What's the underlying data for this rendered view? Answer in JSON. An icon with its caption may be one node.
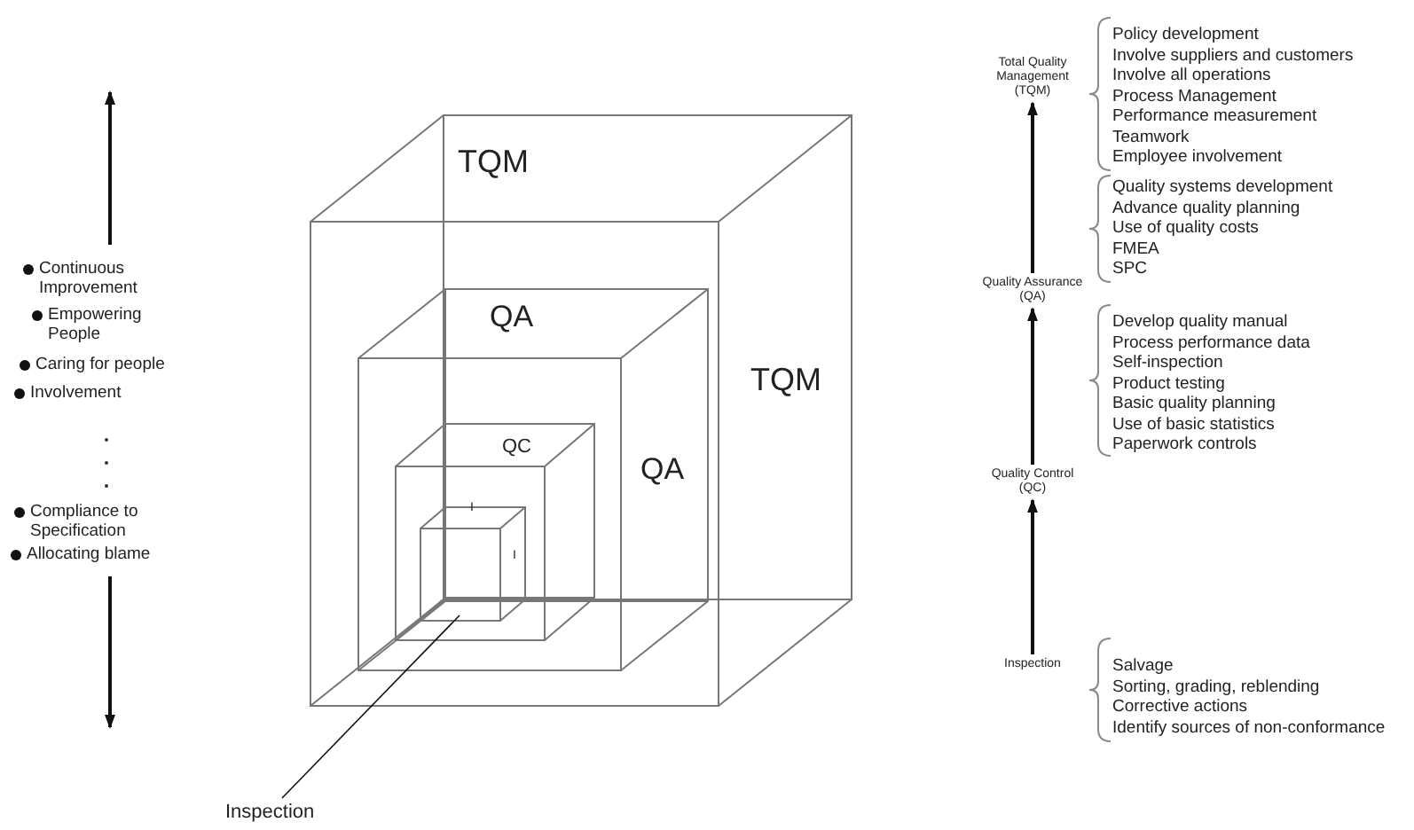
{
  "diagram": {
    "nodes": [
      {
        "text": [
          "TQM",
          "TQM"
        ]
      },
      {
        "text": [
          "QA",
          "QA"
        ],
        "in": 0
      },
      {
        "text": [
          "QC"
        ],
        "in": 1
      },
      {
        "text": [
          "I",
          "I"
        ],
        "in": 2
      },
      {
        "text": [
          "Inspection"
        ]
      },
      {
        "text": [
          "Inspection"
        ]
      },
      {
        "text": [
          "Quality Control (QC)"
        ]
      },
      {
        "text": [
          "Quality Assurance (QA)"
        ]
      },
      {
        "text": [
          "Total Quality Management (TQM)"
        ]
      }
    ],
    "edges": [
      {
        "from": 4,
        "to": 3,
        "arrow": "none"
      },
      {
        "from": 5,
        "to": 6,
        "arrow": "to"
      },
      {
        "from": 6,
        "to": 7,
        "arrow": "to"
      },
      {
        "from": 7,
        "to": 8,
        "arrow": "to"
      }
    ],
    "labels": [
      "Continuous Improvement",
      "Empowering People",
      "Caring for people",
      "Involvement",
      "Compliance to Specification",
      "Allocating blame",
      "Policy development",
      "Involve suppliers and customers",
      "Involve all operations",
      "Process Management",
      "Performance measurement",
      "Teamwork",
      "Employee involvement",
      "Quality systems development",
      "Advance quality planning",
      "Use of quality costs",
      "FMEA",
      "SPC",
      "Develop quality manual",
      "Process performance data",
      "Self-inspection",
      "Product testing",
      "Basic quality planning",
      "Use of basic statistics",
      "Paperwork controls",
      "Salvage",
      "Sorting, grading, reblending",
      "Corrective actions",
      "Identify sources of non-conformance"
    ]
  }
}
